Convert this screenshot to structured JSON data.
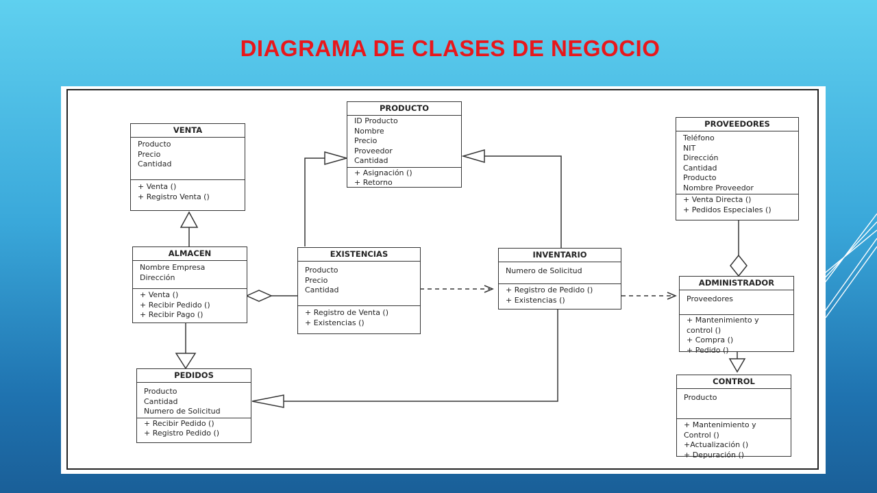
{
  "title": "DIAGRAMA DE CLASES DE NEGOCIO",
  "classes": {
    "venta": {
      "name": "VENTA",
      "attributes": [
        "Producto",
        "Precio",
        "Cantidad"
      ],
      "operations": [
        "+ Venta ()",
        "+ Registro Venta ()"
      ]
    },
    "producto": {
      "name": "PRODUCTO",
      "attributes": [
        "ID Producto",
        "Nombre",
        "Precio",
        "Proveedor",
        "Cantidad"
      ],
      "operations": [
        "+ Asignación ()",
        "+ Retorno"
      ]
    },
    "proveedores": {
      "name": "PROVEEDORES",
      "attributes": [
        "Teléfono",
        "NIT",
        "Dirección",
        "Cantidad",
        "Producto",
        "Nombre Proveedor"
      ],
      "operations": [
        "+ Venta Directa ()",
        "+ Pedidos Especiales ()"
      ]
    },
    "almacen": {
      "name": "ALMACEN",
      "attributes": [
        "Nombre Empresa",
        "Dirección"
      ],
      "operations": [
        "+ Venta ()",
        "+ Recibir Pedido ()",
        "+ Recibir Pago ()"
      ]
    },
    "existencias": {
      "name": "EXISTENCIAS",
      "attributes": [
        "Producto",
        "Precio",
        "Cantidad"
      ],
      "operations": [
        "+ Registro de Venta ()",
        "+ Existencias ()"
      ]
    },
    "inventario": {
      "name": "INVENTARIO",
      "attributes": [
        "Numero de Solicitud"
      ],
      "operations": [
        "+ Registro de Pedido ()",
        "+ Existencias ()"
      ]
    },
    "administrador": {
      "name": "ADMINISTRADOR",
      "attributes": [
        "Proveedores"
      ],
      "operations": [
        "+ Mantenimiento y",
        "control ()",
        "+ Compra ()",
        "+ Pedido ()"
      ]
    },
    "pedidos": {
      "name": "PEDIDOS",
      "attributes": [
        "Producto",
        "Cantidad",
        "Numero de Solicitud"
      ],
      "operations": [
        "+ Recibir Pedido ()",
        "+ Registro Pedido ()"
      ]
    },
    "control": {
      "name": "CONTROL",
      "attributes": [
        "Producto"
      ],
      "operations": [
        "+ Mantenimiento y",
        "Control ()",
        "+Actualización ()",
        "+ Depuración ()"
      ]
    }
  },
  "colors": {
    "title": "#e8171b",
    "line": "#333333"
  }
}
